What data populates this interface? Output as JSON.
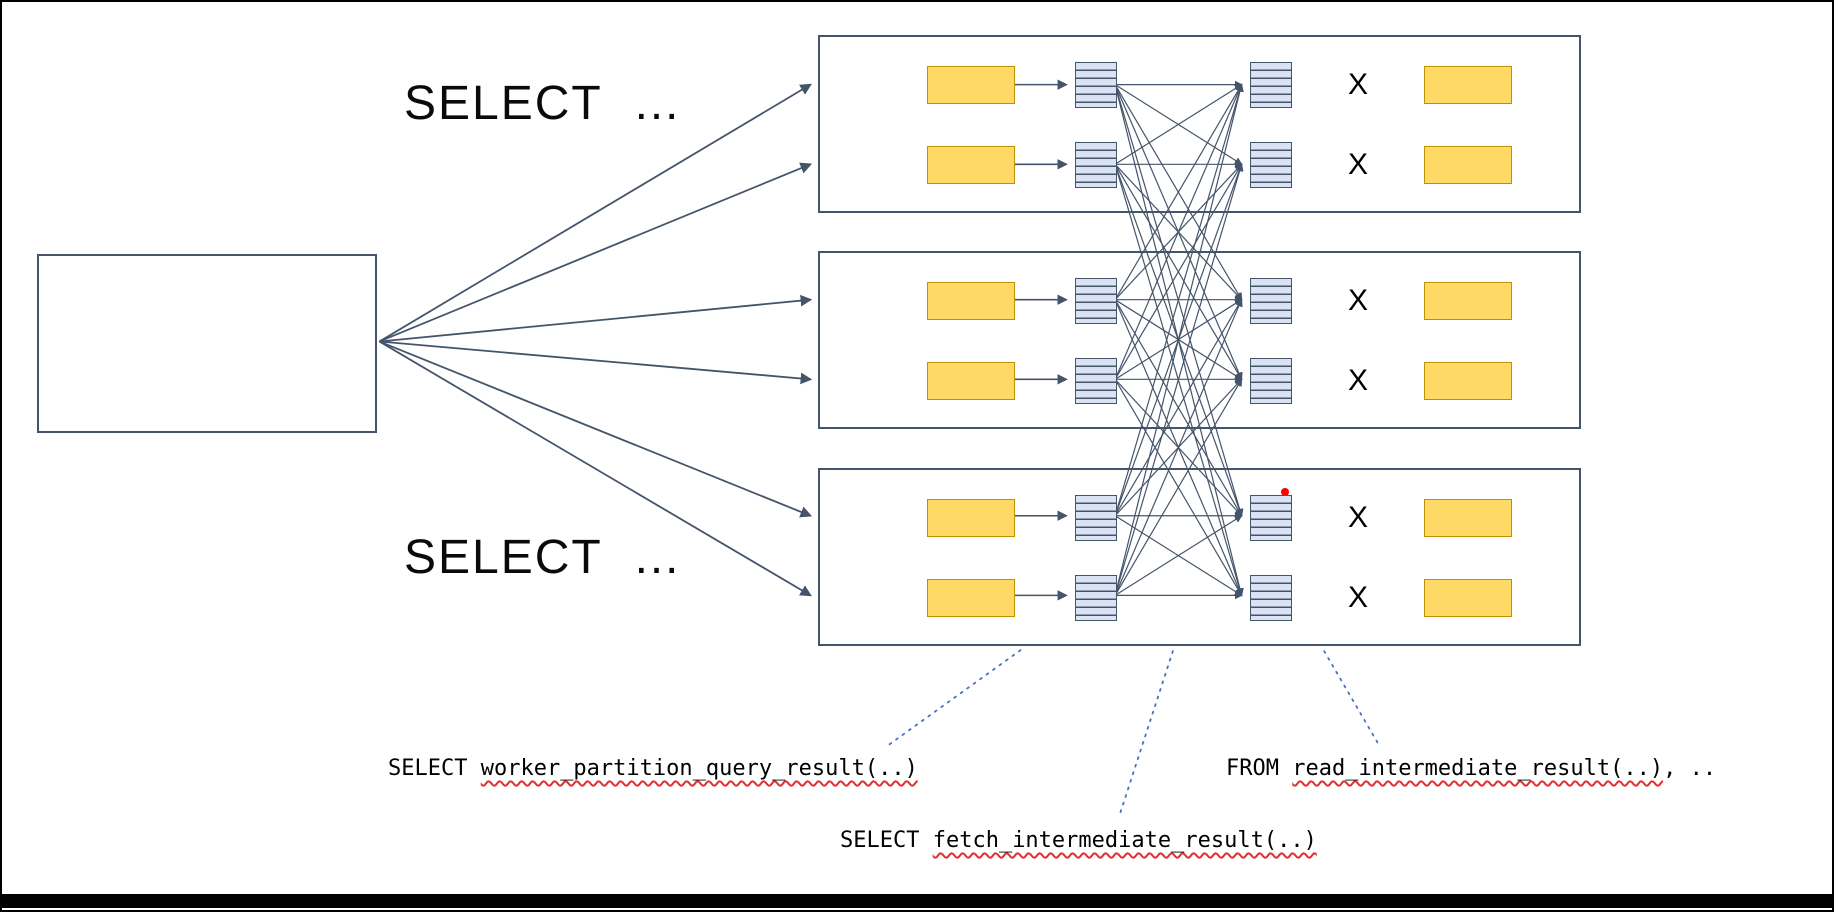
{
  "diagram": {
    "select_top": "SELECT  …",
    "select_bottom": "SELECT  …",
    "x_mark": "X",
    "workers": {
      "count": 3,
      "shard_rows_per_worker": 2
    },
    "annotations": [
      {
        "prefix": "SELECT ",
        "highlight": "worker_partition_query_result(..)",
        "suffix": ""
      },
      {
        "prefix": "SELECT ",
        "highlight": "fetch_intermediate_result(..)",
        "suffix": ""
      },
      {
        "prefix": "FROM ",
        "highlight": "read_intermediate_result(..)",
        "suffix": ", .."
      }
    ],
    "colors": {
      "box_border": "#44546A",
      "arrow": "#44546A",
      "shard_fill": "#FFD966",
      "shard_border": "#BF9000",
      "file_fill": "#DAE3F3",
      "file_stripe": "#44546A",
      "leader": "#4472C4",
      "squiggle": "#E03131",
      "dot": "#FF0000"
    }
  }
}
